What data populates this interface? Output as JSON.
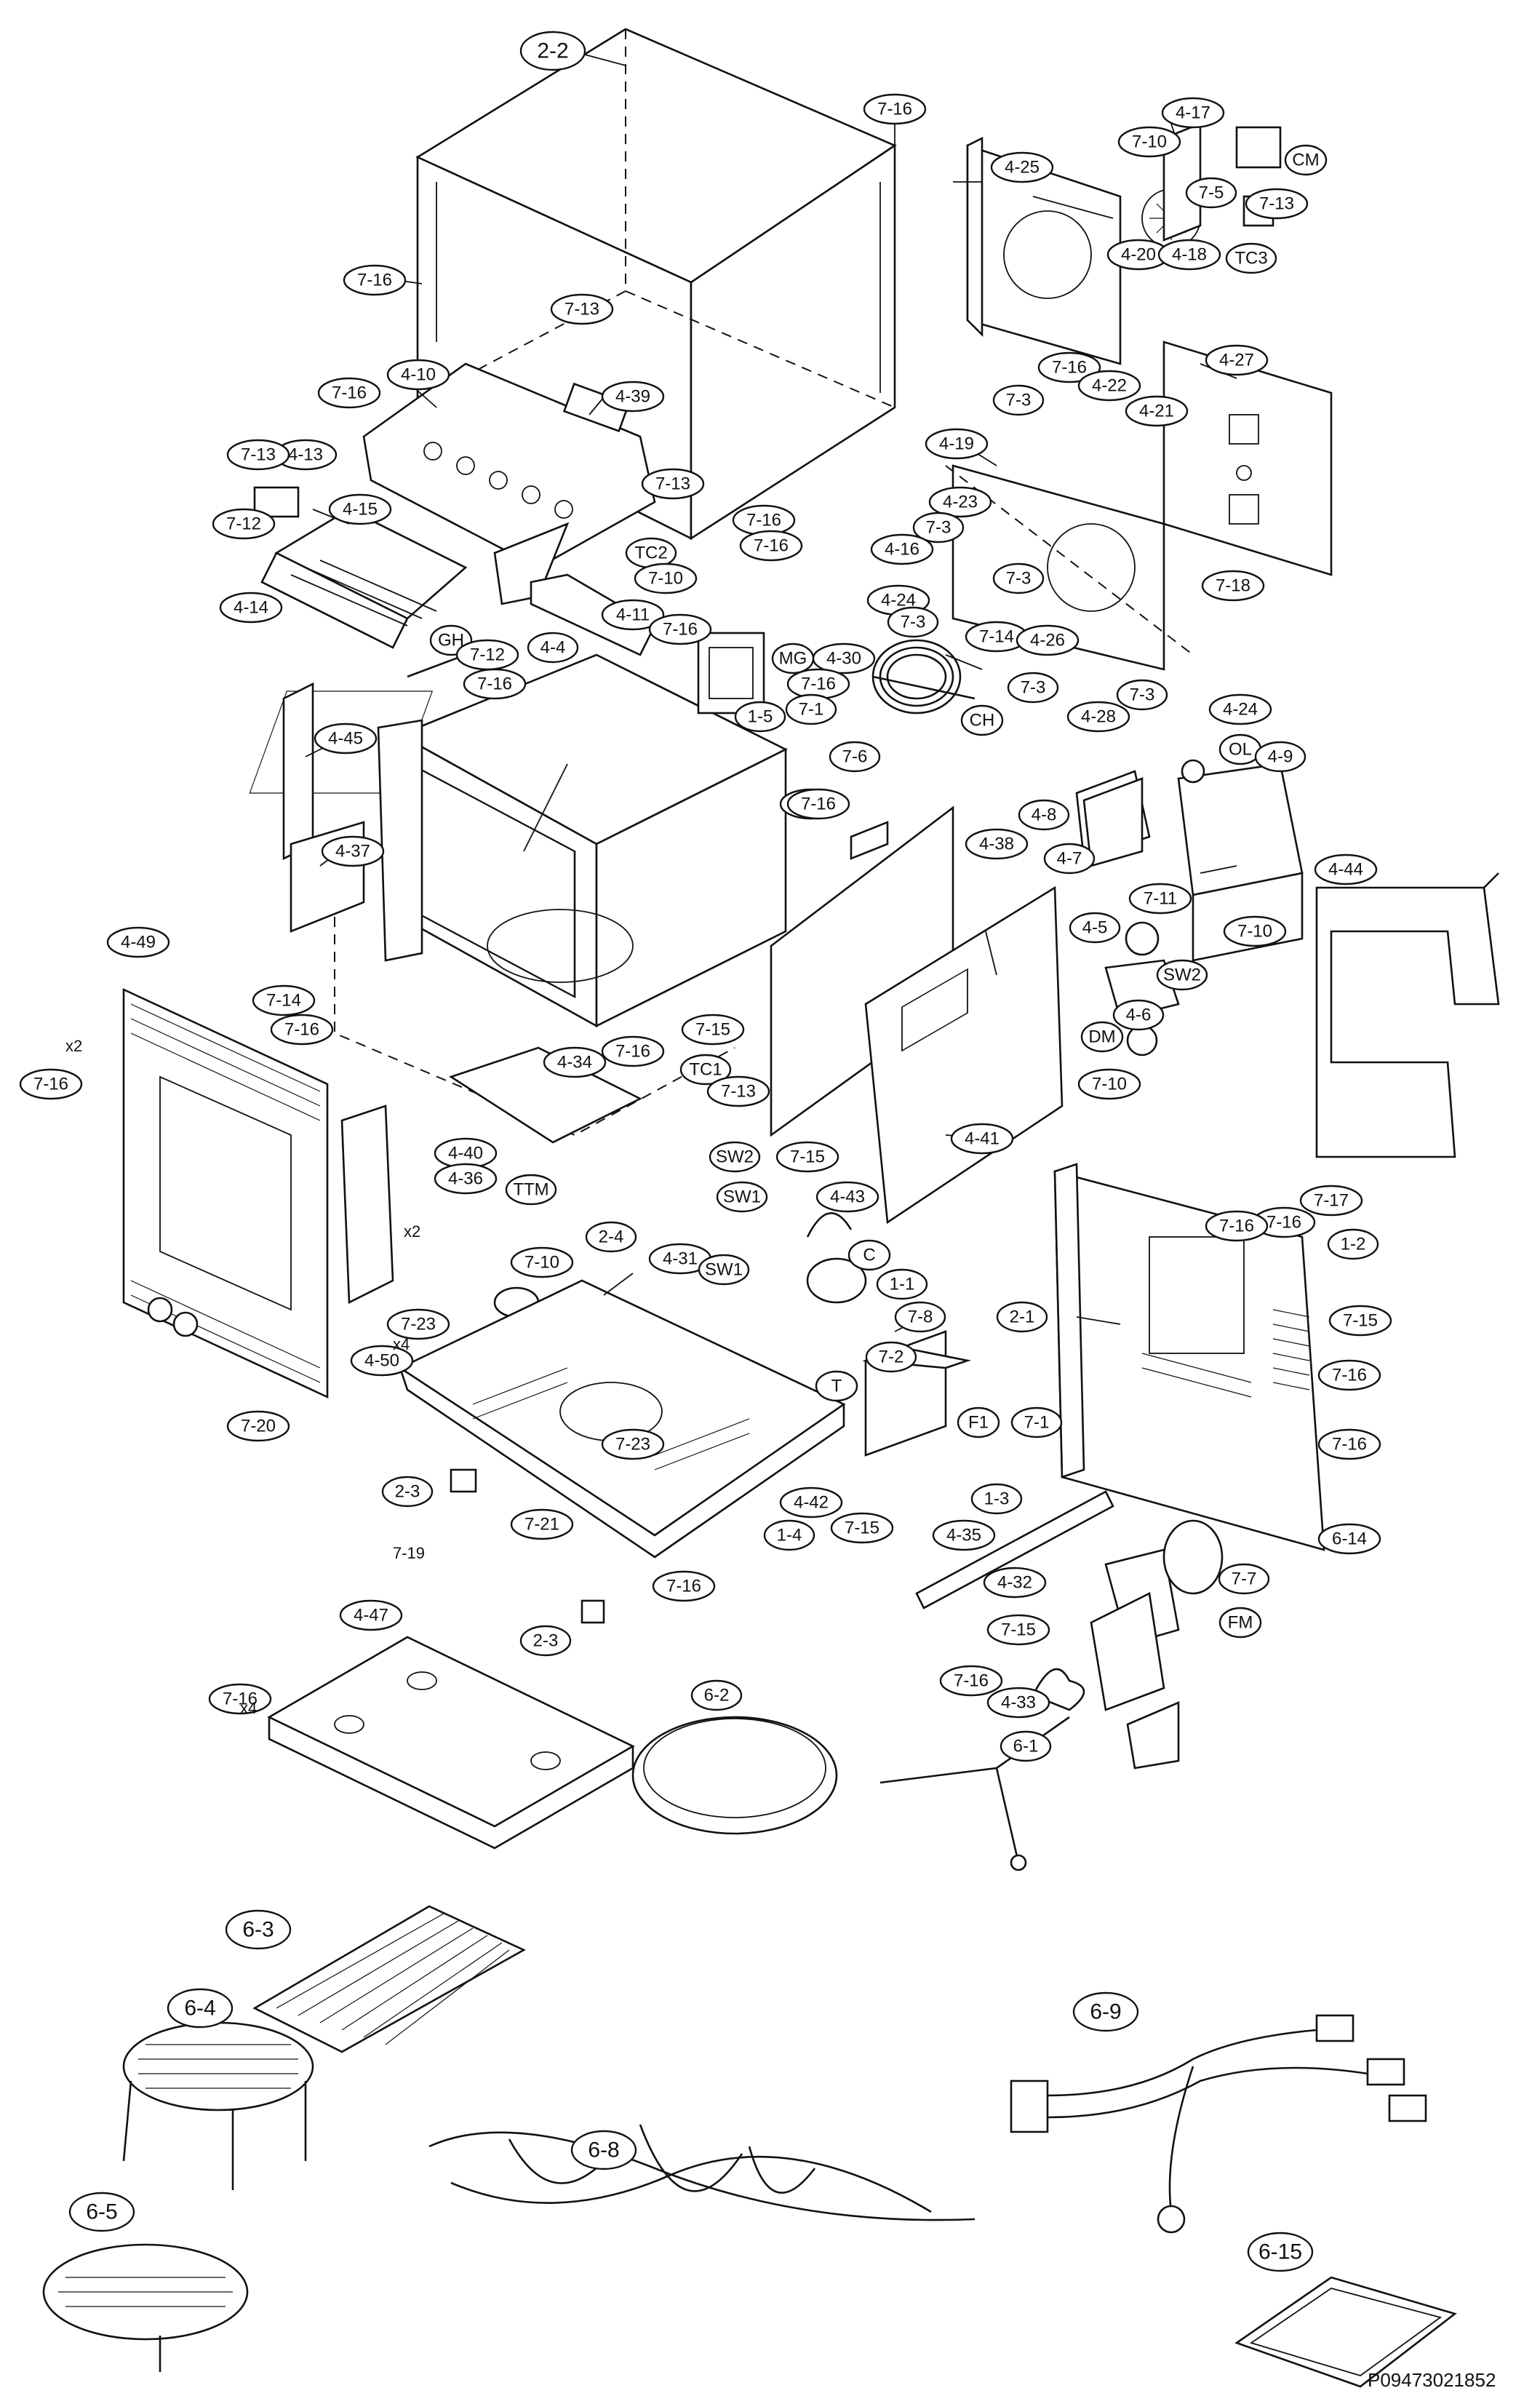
{
  "diagram_code": "P09473021852",
  "notes": {
    "x2_a": "x2",
    "x2_b": "x2",
    "x4_a": "x4",
    "x4_b": "x4",
    "ref_7_19": "7-19"
  },
  "labels": {
    "l_2_2": "2-2",
    "l_7_16_a": "7-16",
    "l_7_16_b": "7-16",
    "l_7_13_a": "7-13",
    "l_4_39": "4-39",
    "l_7_16_c": "7-16",
    "l_4_10": "4-10",
    "l_7_13_b": "7-13",
    "l_4_13": "4-13",
    "l_7_12_a": "7-12",
    "l_4_15": "4-15",
    "l_4_14": "4-14",
    "l_7_13_c": "7-13",
    "l_tc2": "TC2",
    "l_7_10_a": "7-10",
    "l_7_16_d": "7-16",
    "l_7_16_e": "7-16",
    "l_4_11": "4-11",
    "l_gh": "GH",
    "l_7_12_b": "7-12",
    "l_7_16_f": "7-16",
    "l_4_4": "4-4",
    "l_7_16_g": "7-16",
    "l_mg": "MG",
    "l_4_30": "4-30",
    "l_7_16_h": "7-16",
    "l_7_1_a": "7-1",
    "l_1_5": "1-5",
    "l_7_6": "7-6",
    "l_ch": "CH",
    "l_4_45": "4-45",
    "l_4_37": "4-37",
    "l_7_16_i": "7-16",
    "l_4_25": "4-25",
    "l_7_10_b": "7-10",
    "l_4_17": "4-17",
    "l_cm": "CM",
    "l_7_5": "7-5",
    "l_7_13_d": "7-13",
    "l_4_20": "4-20",
    "l_4_18": "4-18",
    "l_tc3": "TC3",
    "l_4_27": "4-27",
    "l_7_16_j": "7-16",
    "l_4_22": "4-22",
    "l_7_3_a": "7-3",
    "l_4_21": "4-21",
    "l_4_19": "4-19",
    "l_4_23": "4-23",
    "l_7_3_b": "7-3",
    "l_4_16": "4-16",
    "l_7_3_c": "7-3",
    "l_7_18": "7-18",
    "l_4_24_a": "4-24",
    "l_7_3_d": "7-3",
    "l_7_14_a": "7-14",
    "l_4_26": "4-26",
    "l_7_3_e": "7-3",
    "l_7_3_f": "7-3",
    "l_4_28": "4-28",
    "l_4_24_b": "4-24",
    "l_ol": "OL",
    "l_4_9": "4-9",
    "l_4_8": "4-8",
    "l_4_7": "4-7",
    "l_4_38": "4-38",
    "l_7_16_k": "7-16",
    "l_7_11": "7-11",
    "l_4_5": "4-5",
    "l_7_10_c": "7-10",
    "l_sw2_a": "SW2",
    "l_4_6": "4-6",
    "l_dm": "DM",
    "l_7_10_d": "7-10",
    "l_4_44": "4-44",
    "l_4_49": "4-49",
    "l_7_16_l": "7-16",
    "l_7_14_b": "7-14",
    "l_7_16_m": "7-16",
    "l_7_16_n": "7-16",
    "l_7_15_a": "7-15",
    "l_tc1": "TC1",
    "l_7_13_e": "7-13",
    "l_4_34": "4-34",
    "l_4_41": "4-41",
    "l_4_40": "4-40",
    "l_4_36": "4-36",
    "l_ttm": "TTM",
    "l_sw2_b": "SW2",
    "l_sw1_a": "SW1",
    "l_7_15_b": "7-15",
    "l_4_43": "4-43",
    "l_7_10_e": "7-10",
    "l_4_31": "4-31",
    "l_sw1_b": "SW1",
    "l_c": "C",
    "l_1_1": "1-1",
    "l_7_16_o": "7-16",
    "l_2_4": "2-4",
    "l_7_8": "7-8",
    "l_7_2": "7-2",
    "l_t": "T",
    "l_7_23_a": "7-23",
    "l_4_50": "4-50",
    "l_7_20": "7-20",
    "l_7_17": "7-17",
    "l_7_16_p": "7-16",
    "l_1_2": "1-2",
    "l_2_1": "2-1",
    "l_7_15_c": "7-15",
    "l_7_16_q": "7-16",
    "l_7_16_r": "7-16",
    "l_6_14": "6-14",
    "l_f1": "F1",
    "l_7_1_b": "7-1",
    "l_1_3": "1-3",
    "l_7_23_b": "7-23",
    "l_2_3_a": "2-3",
    "l_4_42": "4-42",
    "l_7_15_d": "7-15",
    "l_1_4": "1-4",
    "l_7_21": "7-21",
    "l_7_16_s": "7-16",
    "l_2_3_b": "2-3",
    "l_4_35": "4-35",
    "l_4_32": "4-32",
    "l_7_15_e": "7-15",
    "l_7_7": "7-7",
    "l_fm": "FM",
    "l_7_16_t": "7-16",
    "l_4_33": "4-33",
    "l_4_47": "4-47",
    "l_7_16_u": "7-16",
    "l_6_2": "6-2",
    "l_6_1": "6-1",
    "l_6_3": "6-3",
    "l_6_4": "6-4",
    "l_6_5": "6-5",
    "l_6_8": "6-8",
    "l_6_9": "6-9",
    "l_6_15": "6-15"
  }
}
